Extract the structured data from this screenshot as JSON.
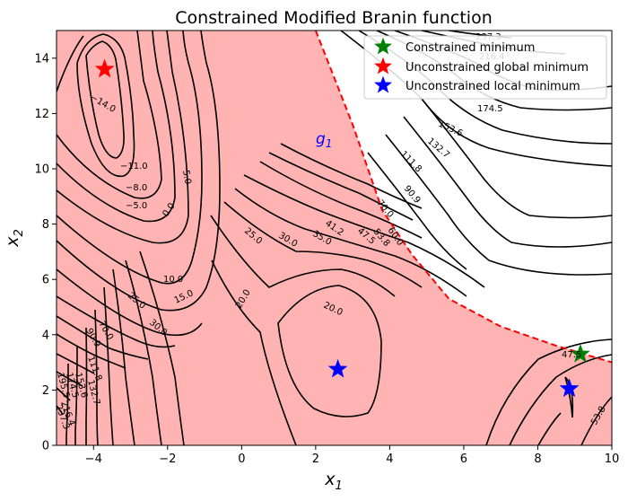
{
  "chart_data": {
    "type": "contour",
    "title": "Constrained Modified Branin function",
    "xlabel": "x",
    "xlabel_sub": "1",
    "ylabel": "x",
    "ylabel_sub": "2",
    "xlim": [
      -5,
      10
    ],
    "ylim": [
      0,
      15
    ],
    "xticks": [
      "−4",
      "−2",
      "0",
      "2",
      "4",
      "6",
      "8",
      "10"
    ],
    "xtick_values": [
      -4,
      -2,
      0,
      2,
      4,
      6,
      8,
      10
    ],
    "yticks": [
      "0",
      "2",
      "4",
      "6",
      "8",
      "10",
      "12",
      "14"
    ],
    "ytick_values": [
      0,
      2,
      4,
      6,
      8,
      10,
      12,
      14
    ],
    "grid": false,
    "legend_position": "top-right",
    "constraint": {
      "label": "g",
      "label_sub": "1",
      "color": "#ff0000",
      "fill_color": "#ffb3b3",
      "boundary": [
        [
          2.0,
          15.0
        ],
        [
          3.0,
          11.6
        ],
        [
          3.8,
          8.5
        ],
        [
          4.6,
          6.9
        ],
        [
          5.6,
          5.3
        ],
        [
          7.0,
          4.3
        ],
        [
          8.5,
          3.6
        ],
        [
          10.0,
          3.0
        ]
      ]
    },
    "contour_levels": [
      "−14.0",
      "−11.0",
      "−8.0",
      "−5.0",
      "0.0",
      "5.0",
      "10.0",
      "15.0",
      "20.0",
      "25.0",
      "30.0",
      "35.0",
      "41.2",
      "47.5",
      "53.8",
      "60.0",
      "70.0",
      "90.9",
      "111.8",
      "132.7",
      "153.6",
      "174.5",
      "195.5",
      "216.4",
      "237.3"
    ],
    "series": [
      {
        "name": "Constrained minimum",
        "color": "#008000",
        "marker": "star",
        "points": [
          [
            9.15,
            3.3
          ]
        ]
      },
      {
        "name": "Unconstrained global minimum",
        "color": "#ff0000",
        "marker": "star",
        "points": [
          [
            -3.7,
            13.6
          ]
        ]
      },
      {
        "name": "Unconstrained local minimum",
        "color": "#0000ff",
        "marker": "star",
        "points": [
          [
            2.6,
            2.75
          ],
          [
            8.85,
            2.05
          ]
        ]
      }
    ]
  }
}
